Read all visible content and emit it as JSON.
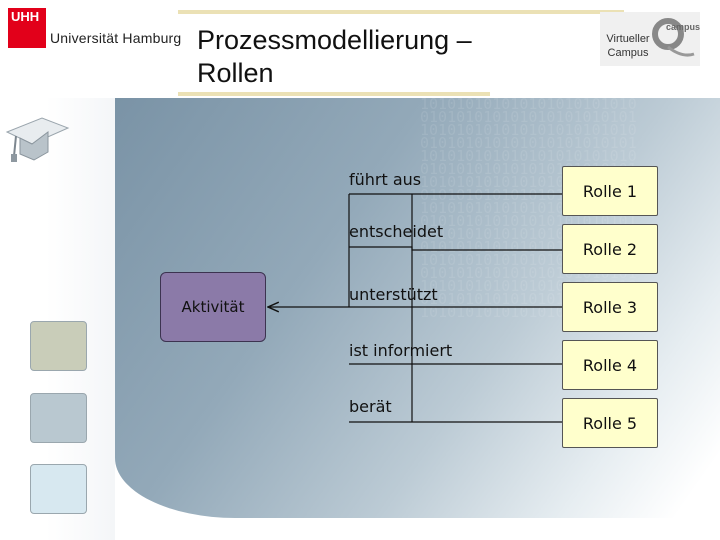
{
  "header": {
    "university_logo_text": "UHH",
    "university_name": "Universität Hamburg",
    "title_line1": "Prozessmodellierung –",
    "title_line2": "Rollen",
    "platform_line1": "Virtueller",
    "platform_line2": "Campus",
    "platform_badge": "campus"
  },
  "diagram": {
    "activity": "Aktivität",
    "relations": [
      "führt aus",
      "entscheidet",
      "unterstützt",
      "ist informiert",
      "berät"
    ],
    "roles": [
      "Rolle 1",
      "Rolle 2",
      "Rolle 3",
      "Rolle 4",
      "Rolle 5"
    ]
  },
  "colors": {
    "uhh_red": "#e2001a",
    "activity_fill": "#8b7aa8",
    "role_fill": "#ffffcc",
    "accent_bar": "#ebe1b5"
  },
  "icons": [
    "graduation-cap-icon"
  ]
}
